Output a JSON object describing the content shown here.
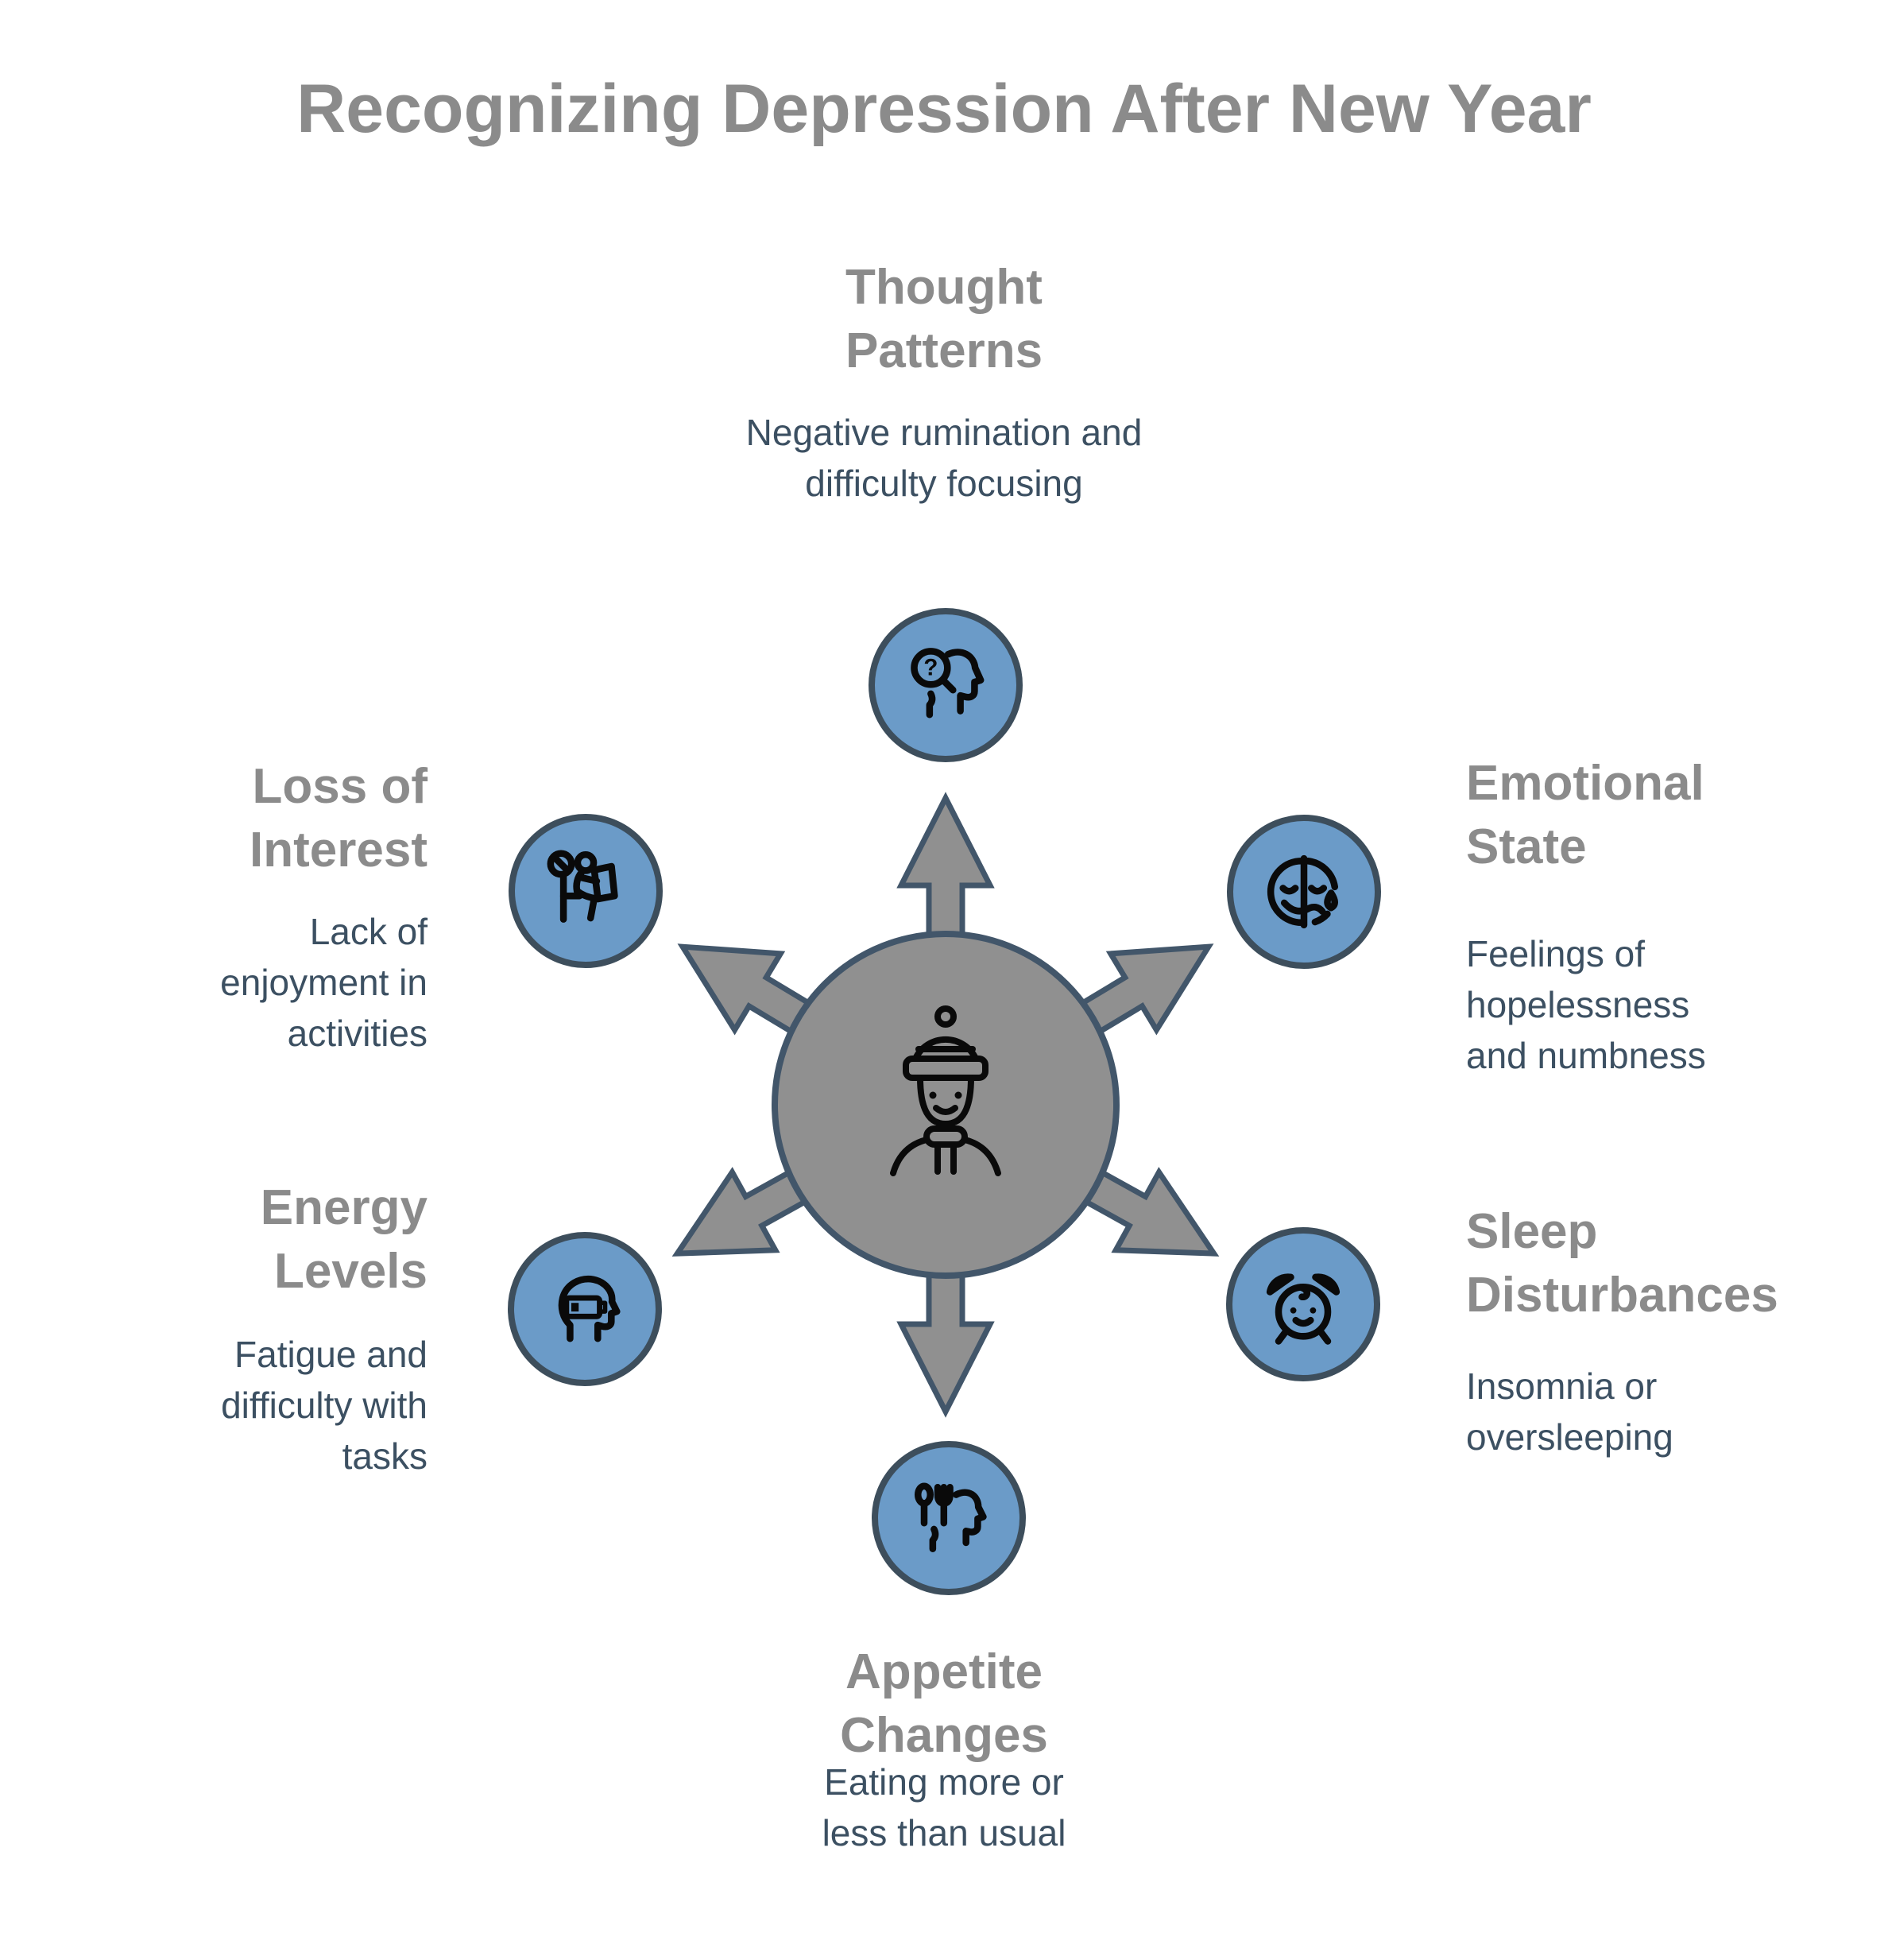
{
  "title": "Recognizing Depression After New Year",
  "colors": {
    "background": "#ffffff",
    "heading_gray": "#8b8b8b",
    "description_slate": "#3c5062",
    "circle_fill": "#6b9bc8",
    "circle_border": "#3d4e5c",
    "hub_fill": "#909090",
    "hub_border": "#42566a",
    "icon_stroke": "#0a0a0a"
  },
  "center": {
    "icon": "winter-person-icon",
    "arrow_count": 6
  },
  "sections": [
    {
      "id": "thought-patterns",
      "position": "top",
      "heading": "Thought Patterns",
      "heading_lines": [
        "Thought",
        "Patterns"
      ],
      "description": "Negative rumination and difficulty focusing",
      "description_lines": [
        "Negative rumination and",
        "difficulty focusing"
      ],
      "icon": "magnifier-question-head-icon"
    },
    {
      "id": "emotional-state",
      "position": "upper-right",
      "heading": "Emotional State",
      "heading_lines": [
        "Emotional",
        "State"
      ],
      "description": "Feelings of hopelessness and numbness",
      "description_lines": [
        "Feelings of",
        "hopelessness",
        "and numbness"
      ],
      "icon": "split-face-tear-icon"
    },
    {
      "id": "sleep-disturbances",
      "position": "lower-right",
      "heading": "Sleep Disturbances",
      "heading_lines": [
        "Sleep",
        "Disturbances"
      ],
      "description": "Insomnia or oversleeping",
      "description_lines": [
        "Insomnia or",
        "oversleeping"
      ],
      "icon": "alarm-clock-face-icon"
    },
    {
      "id": "appetite-changes",
      "position": "bottom",
      "heading": "Appetite Changes",
      "heading_lines": [
        "Appetite",
        "Changes"
      ],
      "description": "Eating more or less than usual",
      "description_lines": [
        "Eating more or",
        "less than usual"
      ],
      "icon": "cutlery-head-icon"
    },
    {
      "id": "energy-levels",
      "position": "lower-left",
      "heading": "Energy Levels",
      "heading_lines": [
        "Energy",
        "Levels"
      ],
      "description": "Fatigue and difficulty with tasks",
      "description_lines": [
        "Fatigue and",
        "difficulty with",
        "tasks"
      ],
      "icon": "battery-head-icon"
    },
    {
      "id": "loss-of-interest",
      "position": "upper-left",
      "heading": "Loss of Interest",
      "heading_lines": [
        "Loss of",
        "Interest"
      ],
      "description": "Lack of enjoyment in activities",
      "description_lines": [
        "Lack of",
        "enjoyment in",
        "activities"
      ],
      "icon": "no-activity-reading-icon"
    }
  ]
}
